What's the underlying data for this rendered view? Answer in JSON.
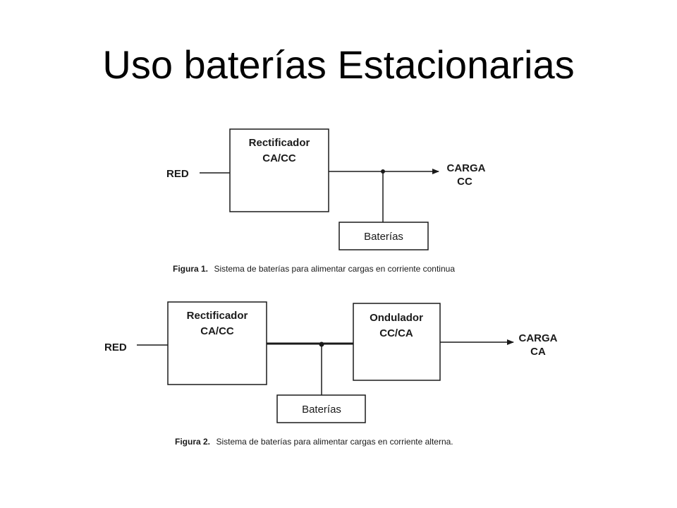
{
  "slide": {
    "title": "Uso baterías Estacionarias"
  },
  "figure1": {
    "input_label": "RED",
    "rectifier": {
      "line1": "Rectificador",
      "line2": "CA/CC"
    },
    "output": {
      "line1": "CARGA",
      "line2": "CC"
    },
    "battery_label": "Baterías",
    "caption": {
      "label": "Figura 1.",
      "text": "Sistema de baterías para alimentar cargas en corriente continua"
    }
  },
  "figure2": {
    "input_label": "RED",
    "rectifier": {
      "line1": "Rectificador",
      "line2": "CA/CC"
    },
    "inverter": {
      "line1": "Ondulador",
      "line2": "CC/CA"
    },
    "output": {
      "line1": "CARGA",
      "line2": "CA"
    },
    "battery_label": "Baterías",
    "caption": {
      "label": "Figura 2.",
      "text": "Sistema de baterías para alimentar cargas en corriente alterna."
    }
  },
  "colors": {
    "line": "#1a1a1a",
    "background": "#ffffff"
  }
}
